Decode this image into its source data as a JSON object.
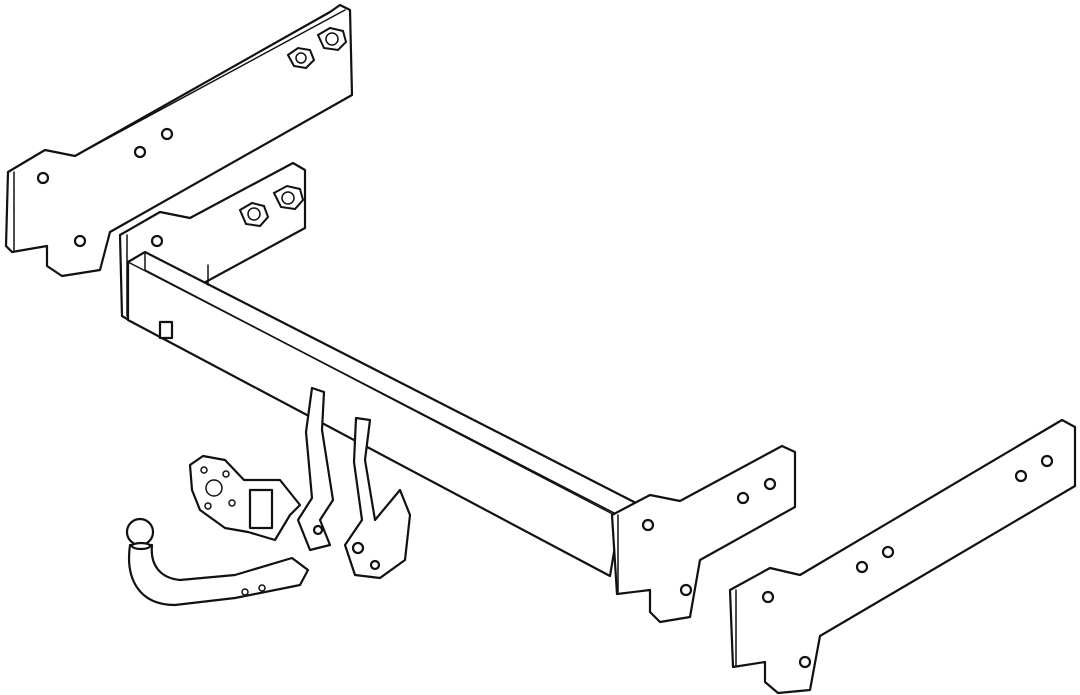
{
  "drawing": {
    "subject": "tow-bar-assembly",
    "line_color": "#111111",
    "background_color": "#ffffff",
    "parts": [
      "upper-left-bracket",
      "middle-bracket",
      "cross-beam",
      "right-end-bracket",
      "lower-right-bracket",
      "tow-ball-neck",
      "socket-plate",
      "hanger-left",
      "hanger-right",
      "nuts"
    ]
  }
}
